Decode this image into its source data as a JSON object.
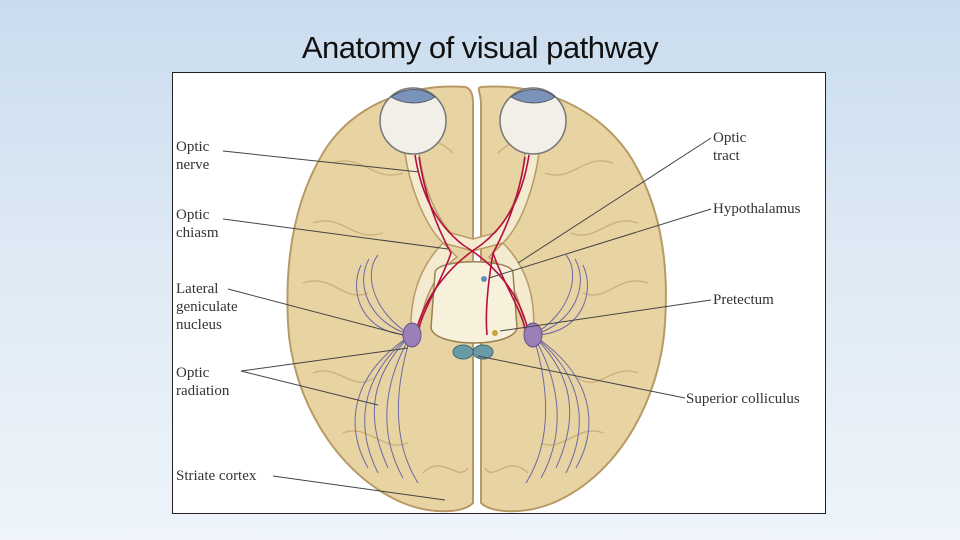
{
  "slide": {
    "title": "Anatomy of visual pathway"
  },
  "labels": {
    "optic_nerve": [
      "Optic",
      "nerve"
    ],
    "optic_chiasm": [
      "Optic",
      "chiasm"
    ],
    "lateral_geniculate_nucleus": [
      "Lateral",
      "geniculate",
      "nucleus"
    ],
    "optic_radiation": [
      "Optic",
      "radiation"
    ],
    "striate_cortex": "Striate cortex",
    "optic_tract": [
      "Optic",
      "tract"
    ],
    "hypothalamus": "Hypothalamus",
    "pretectum": "Pretectum",
    "superior_colliculus": "Superior colliculus"
  },
  "colors": {
    "brain": "#e8d3a2",
    "brain_outline": "#b89a66",
    "pathway": "#f3ead0",
    "axon": "#b3123e",
    "radiation": "#6b6aa3",
    "lgn": "#9b7fb8",
    "colliculus": "#6a9aa6"
  }
}
